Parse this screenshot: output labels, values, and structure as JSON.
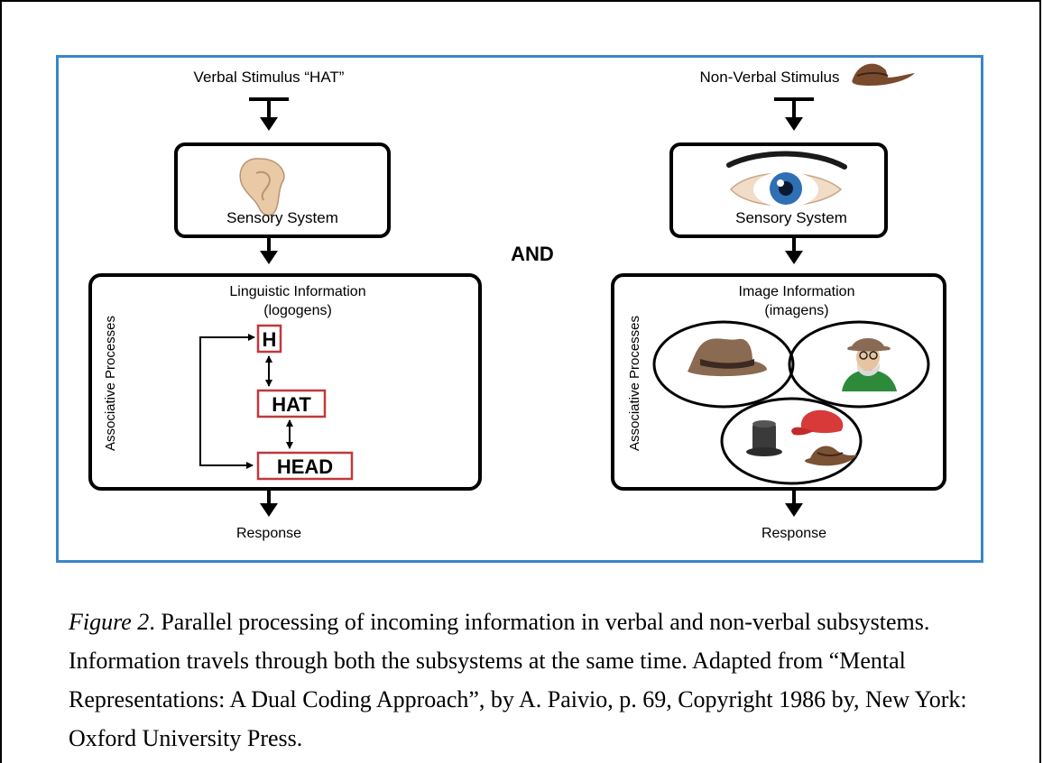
{
  "left_branch": {
    "stimulus": "Verbal Stimulus  “HAT”",
    "sensory_label": "Sensory System",
    "info_title_1": "Linguistic Information",
    "info_title_2": "(logogens)",
    "side_label": "Associative Processes",
    "logogens": [
      "H",
      "HAT",
      "HEAD"
    ],
    "response": "Response"
  },
  "center_label": "AND",
  "right_branch": {
    "stimulus": "Non-Verbal Stimulus",
    "sensory_label": "Sensory System",
    "info_title_1": "Image Information",
    "info_title_2": "(imagens)",
    "side_label": "Associative Processes",
    "response": "Response"
  },
  "caption": {
    "figure_label": "Figure 2",
    "text": ". Parallel processing of incoming information in verbal and non-verbal subsystems. Information travels through both the subsystems at the same time. Adapted from “Mental Representations: A Dual Coding Approach”, by A. Paivio, p. 69, Copyright 1986 by, New York: Oxford University Press."
  },
  "colors": {
    "frame_border": "#3a86c8",
    "logogen_border": "#c0393b",
    "box_border": "#000000"
  }
}
